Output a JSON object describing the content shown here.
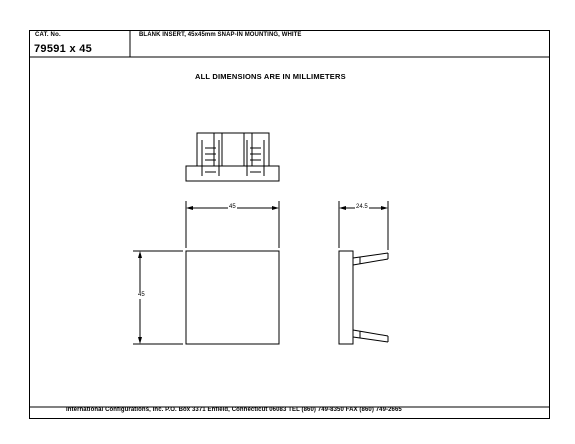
{
  "title_block": {
    "cat_label": "CAT. No.",
    "cat_number": "79591 x 45",
    "description": "BLANK INSERT, 45x45mm SNAP-IN MOUNTING, WHITE"
  },
  "note": "ALL DIMENSIONS ARE IN MILLIMETERS",
  "dimensions": {
    "front_width": "45",
    "front_height": "45",
    "side_width": "24.5"
  },
  "footer": "International Configurations, Inc.  P.O. Box 3371  Enfield, Connecticut 06083  TEL (860) 749-8350  FAX (860) 749-2665"
}
